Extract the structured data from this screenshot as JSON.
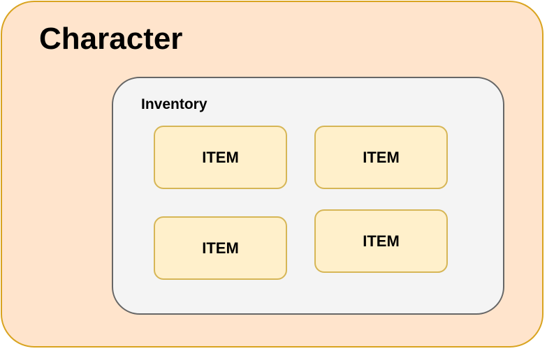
{
  "character": {
    "title": "Character"
  },
  "inventory": {
    "title": "Inventory",
    "items": [
      {
        "label": "ITEM"
      },
      {
        "label": "ITEM"
      },
      {
        "label": "ITEM"
      },
      {
        "label": "ITEM"
      }
    ]
  },
  "colors": {
    "character_fill": "#ffe4cc",
    "character_border": "#d9a420",
    "inventory_fill": "#f4f4f4",
    "inventory_border": "#666666",
    "item_fill": "#fff0cb",
    "item_border": "#d6b656"
  }
}
